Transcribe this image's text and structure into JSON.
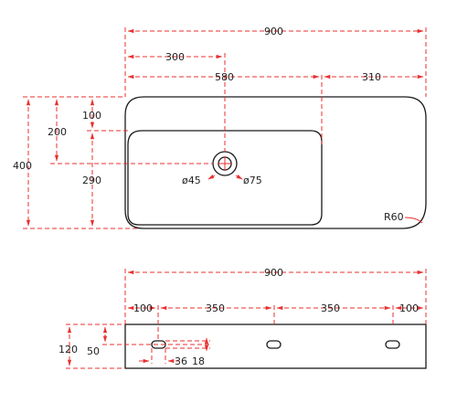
{
  "top_view": {
    "overall_width": "900",
    "tap_hole_offset": "300",
    "basin_width": "580",
    "deck_width": "310",
    "overall_depth": "400",
    "drain_offset": "200",
    "front_lip": "100",
    "basin_depth": "290",
    "drain_inner_dia": "ø45",
    "drain_outer_dia": "ø75",
    "corner_radius": "R60"
  },
  "side_view": {
    "overall_width": "900",
    "edge_to_hole_left": "100",
    "hole_spacing_1": "350",
    "hole_spacing_2": "350",
    "edge_to_hole_right": "100",
    "height": "120",
    "hole_height": "50",
    "slot_length": "36",
    "slot_height": "18"
  },
  "colors": {
    "dimension": "#e8312f",
    "outline": "#1a1a1a"
  }
}
